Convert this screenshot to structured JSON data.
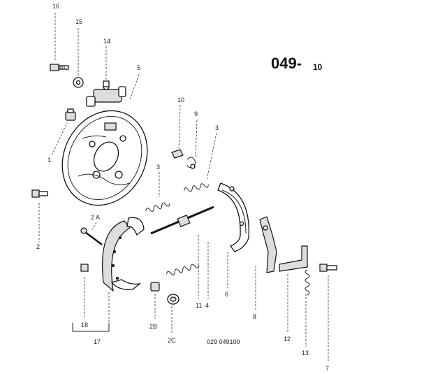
{
  "diagram": {
    "page_code": "049-",
    "page_code_sub": "10",
    "reference": "029 049100",
    "labels": {
      "p16": "16",
      "p15": "15",
      "p14": "14",
      "p5": "5",
      "p1": "1",
      "p2": "2",
      "p10": "10",
      "p9": "9",
      "p3a": "3",
      "p3b": "3",
      "p2a": "2 A",
      "p18": "18",
      "p17": "17",
      "p2b": "2B",
      "p2c": "2C",
      "p11": "11",
      "p4": "4",
      "p6": "6",
      "p8": "8",
      "p12": "12",
      "p13": "13",
      "p7": "7"
    }
  }
}
